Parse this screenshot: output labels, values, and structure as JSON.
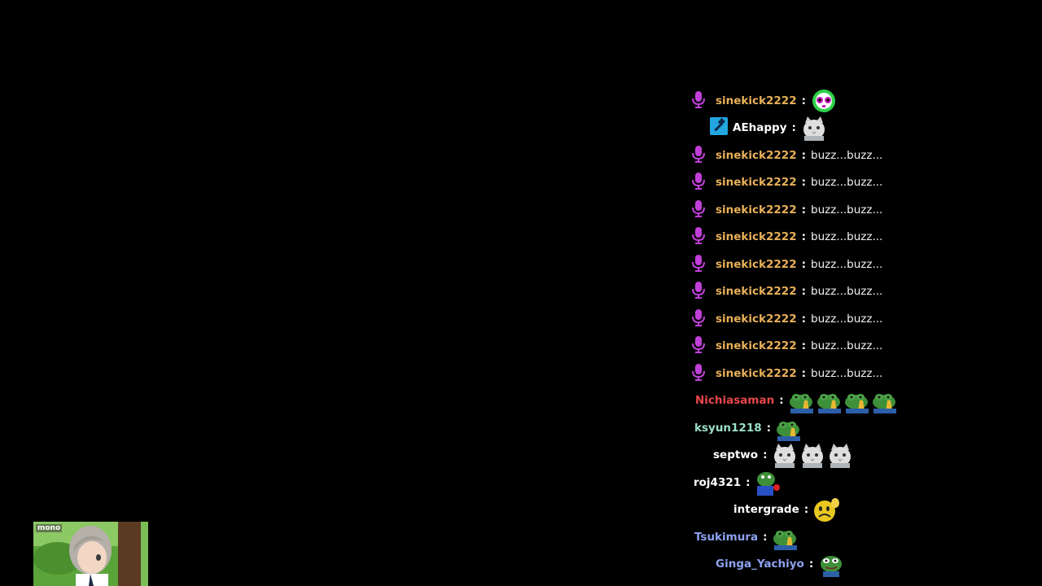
{
  "chat": {
    "messages": [
      {
        "badge": "mic",
        "user": "sinekick2222",
        "color": "#e8b058",
        "sep": ":",
        "text": "",
        "emotes": [
          "green-blob-emote"
        ]
      },
      {
        "badge": "hammer",
        "user": "AEhappy",
        "color": "#ffffff",
        "sep": ":",
        "text": "",
        "emotes": [
          "white-cat-emote"
        ]
      },
      {
        "badge": "mic",
        "user": "sinekick2222",
        "color": "#e8b058",
        "sep": ":",
        "text": "buzz...buzz...",
        "emotes": []
      },
      {
        "badge": "mic",
        "user": "sinekick2222",
        "color": "#e8b058",
        "sep": ":",
        "text": "buzz...buzz...",
        "emotes": []
      },
      {
        "badge": "mic",
        "user": "sinekick2222",
        "color": "#e8b058",
        "sep": ":",
        "text": "buzz...buzz...",
        "emotes": []
      },
      {
        "badge": "mic",
        "user": "sinekick2222",
        "color": "#e8b058",
        "sep": ":",
        "text": "buzz...buzz...",
        "emotes": []
      },
      {
        "badge": "mic",
        "user": "sinekick2222",
        "color": "#e8b058",
        "sep": ":",
        "text": "buzz...buzz...",
        "emotes": []
      },
      {
        "badge": "mic",
        "user": "sinekick2222",
        "color": "#e8b058",
        "sep": ":",
        "text": "buzz...buzz...",
        "emotes": []
      },
      {
        "badge": "mic",
        "user": "sinekick2222",
        "color": "#e8b058",
        "sep": ":",
        "text": "buzz...buzz...",
        "emotes": []
      },
      {
        "badge": "mic",
        "user": "sinekick2222",
        "color": "#e8b058",
        "sep": ":",
        "text": "buzz...buzz...",
        "emotes": []
      },
      {
        "badge": "mic",
        "user": "sinekick2222",
        "color": "#e8b058",
        "sep": ":",
        "text": "buzz...buzz...",
        "emotes": []
      },
      {
        "badge": "",
        "user": "Nichiasaman",
        "color": "#e8474a",
        "sep": ":",
        "text": "",
        "emotes": [
          "praying-frog-emote",
          "praying-frog-emote",
          "praying-frog-emote",
          "praying-frog-emote"
        ]
      },
      {
        "badge": "",
        "user": "ksyun1218",
        "color": "#9be0c8",
        "sep": ":",
        "text": "",
        "emotes": [
          "praying-frog-emote"
        ]
      },
      {
        "badge": "",
        "user": "septwo",
        "color": "#ffffff",
        "sep": ":",
        "text": "",
        "emotes": [
          "white-cat-emote",
          "white-cat-emote",
          "white-cat-emote"
        ]
      },
      {
        "badge": "",
        "user": "roj4321",
        "color": "#ffffff",
        "sep": ":",
        "text": "",
        "emotes": [
          "frog-blue-shirt-emote"
        ]
      },
      {
        "badge": "",
        "user": "intergrade",
        "color": "#ffffff",
        "sep": ":",
        "text": "",
        "emotes": [
          "yellow-sad-face-emote"
        ]
      },
      {
        "badge": "",
        "user": "Tsukimura",
        "color": "#8da2ef",
        "sep": ":",
        "text": "",
        "emotes": [
          "praying-frog-emote"
        ]
      },
      {
        "badge": "",
        "user": "Ginga_Yachiyo",
        "color": "#8da2ef",
        "sep": ":",
        "text": "",
        "emotes": [
          "frog-face-emote"
        ]
      }
    ]
  },
  "thumbnail": {
    "watermark": "mono",
    "icon": "anime-character-thumbnail"
  },
  "colors": {
    "background": "#000000",
    "mic_badge": "#c03fd8",
    "hammer_badge": "#21a6e0",
    "message_text": "#f2f2f2"
  }
}
